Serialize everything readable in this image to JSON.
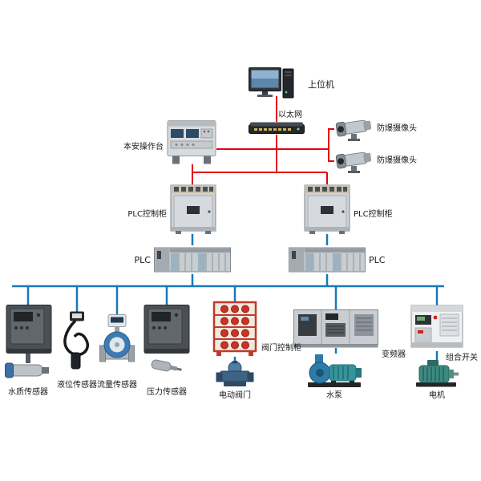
{
  "labels": {
    "host": "上位机",
    "ethernet": "以太网",
    "camera1": "防爆摄像头",
    "camera2": "防爆摄像头",
    "console": "本安操作台",
    "plc_cabinet_left": "PLC控制柜",
    "plc_cabinet_right": "PLC控制柜",
    "plc_left": "PLC",
    "plc_right": "PLC",
    "water_quality_sensor": "水质传感器",
    "level_sensor": "液位传感器",
    "flow_sensor": "流量传感器",
    "pressure_sensor": "压力传感器",
    "valve_cabinet": "阀门控制柜",
    "electric_valve": "电动阀门",
    "inverter": "变频器",
    "water_pump": "水泵",
    "combo_switch": "组合开关",
    "motor": "电机"
  },
  "colors": {
    "control_line": "#e60012",
    "field_bus_line": "#1878b8",
    "background": "#ffffff"
  },
  "connections": [
    {
      "from": "host",
      "to": "ethernet",
      "type": "control"
    },
    {
      "from": "ethernet",
      "to": "console",
      "type": "control"
    },
    {
      "from": "ethernet",
      "to": "camera1",
      "type": "control"
    },
    {
      "from": "ethernet",
      "to": "camera2",
      "type": "control"
    },
    {
      "from": "ethernet",
      "to": "plc_cabinet_left",
      "type": "control"
    },
    {
      "from": "ethernet",
      "to": "plc_cabinet_right",
      "type": "control"
    },
    {
      "from": "console",
      "to": "plc_cabinet_left",
      "type": "control"
    },
    {
      "from": "plc_cabinet_left",
      "to": "plc_left",
      "type": "bus"
    },
    {
      "from": "plc_cabinet_right",
      "to": "plc_right",
      "type": "bus"
    },
    {
      "from": "plc_left",
      "to": "field_bus",
      "type": "bus"
    },
    {
      "from": "plc_right",
      "to": "field_bus",
      "type": "bus"
    },
    {
      "from": "field_bus",
      "to": "water_quality_sensor",
      "type": "bus"
    },
    {
      "from": "field_bus",
      "to": "level_sensor",
      "type": "bus"
    },
    {
      "from": "field_bus",
      "to": "flow_sensor",
      "type": "bus"
    },
    {
      "from": "field_bus",
      "to": "pressure_sensor",
      "type": "bus"
    },
    {
      "from": "field_bus",
      "to": "valve_cabinet",
      "type": "bus"
    },
    {
      "from": "valve_cabinet",
      "to": "electric_valve",
      "type": "bus"
    },
    {
      "from": "field_bus",
      "to": "inverter",
      "type": "bus"
    },
    {
      "from": "inverter",
      "to": "water_pump",
      "type": "bus"
    },
    {
      "from": "field_bus",
      "to": "combo_switch",
      "type": "bus"
    },
    {
      "from": "combo_switch",
      "to": "motor",
      "type": "bus"
    }
  ]
}
